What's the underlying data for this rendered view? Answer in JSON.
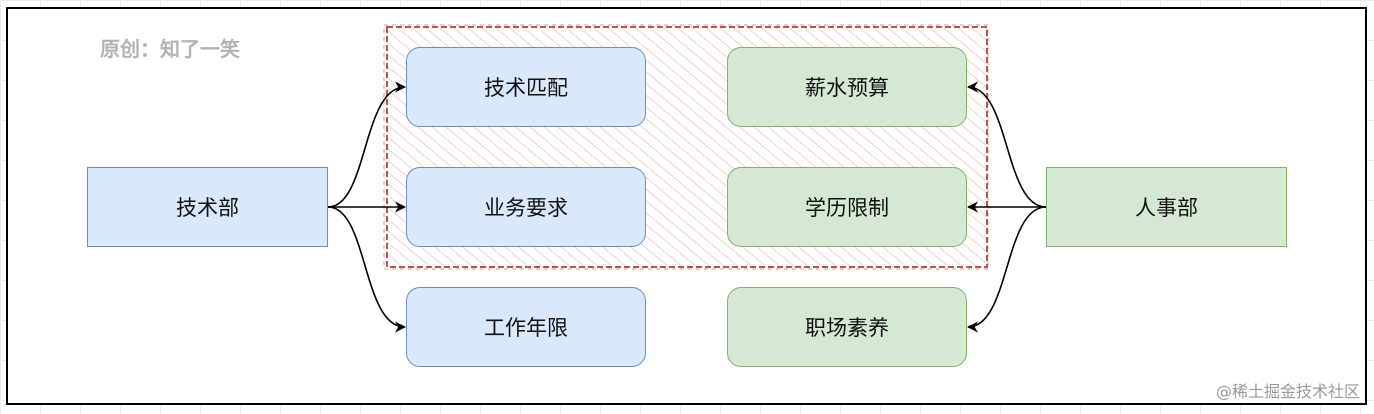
{
  "watermark": "原创：知了一笑",
  "credit": "@稀土掘金技术社区",
  "departments": {
    "tech": "技术部",
    "hr": "人事部"
  },
  "tech_items": [
    "技术匹配",
    "业务要求",
    "工作年限"
  ],
  "hr_items": [
    "薪水预算",
    "学历限制",
    "职场素养"
  ],
  "colors": {
    "blue_fill": "#dae8fc",
    "blue_stroke": "#6c8ebf",
    "green_fill": "#d5e8d4",
    "green_stroke": "#82b366",
    "highlight_stroke": "#b85450",
    "highlight_hatch": "#f19c99"
  }
}
